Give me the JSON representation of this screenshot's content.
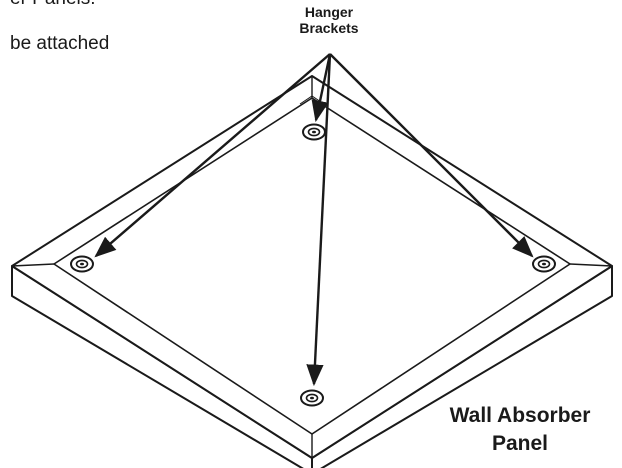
{
  "intro": {
    "line1": "er Panels:",
    "line2": "be attached"
  },
  "labels": {
    "hanger_line1": "Hanger",
    "hanger_line2": "Brackets",
    "panel_line1": "Wall Absorber",
    "panel_line2": "Panel"
  },
  "colors": {
    "ink": "#1a1a1a",
    "panel_top": "#ffffff",
    "bevel": "#ffffff"
  }
}
